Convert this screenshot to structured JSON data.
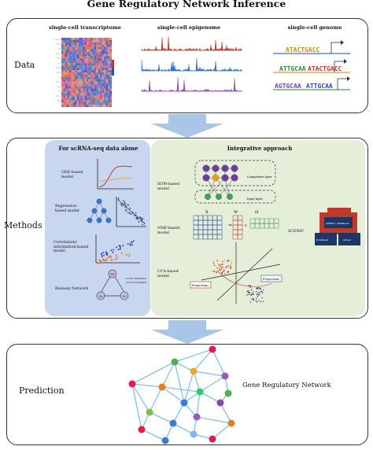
{
  "title": "Gene Regulatory Network Inference",
  "data_section": {
    "label": "Data",
    "items": [
      {
        "label": "single-cell transcriptome"
      },
      {
        "label": "single-cell epigenome"
      },
      {
        "label": "single-cell genome"
      }
    ],
    "genome_seq_1": "ATACTGACC",
    "genome_seq_2": "ATTGCAA",
    "genome_seq_3": "AGTGCAA"
  },
  "methods_section": {
    "label": "Methods",
    "left_title": "For scRNA-seq data alone",
    "right_title": "Integrative approach",
    "left_methods": [
      {
        "label": "ODE-based model"
      },
      {
        "label": "Regression-based model"
      },
      {
        "label": "Correlation/ information-based model"
      },
      {
        "label": "Boolean Network"
      }
    ],
    "boolean_legend": [
      "Inhibition",
      "Activation"
    ],
    "boolean_nodes": [
      "X1",
      "X2",
      "X3"
    ],
    "right_methods": [
      {
        "label": "SOM-based model"
      },
      {
        "label": "NMF-based model"
      },
      {
        "label": "CCA-based model"
      },
      {
        "label": "SCENIC"
      }
    ],
    "som_layers": [
      "Competitive layer",
      "Input layer"
    ],
    "nmf_letters": [
      "X",
      "W",
      "H"
    ],
    "cca_labels": [
      "Projection",
      "Projection"
    ],
    "scenic_labels": [
      "GENIE3 / GRNBoost",
      "RcisTarget",
      "AUCell"
    ]
  },
  "prediction_section": {
    "label": "Prediction",
    "network_label": "Gene Regulatory Network"
  },
  "colors": {
    "arrow": "#a9c6e8",
    "left_box": "#c9d6ef",
    "right_box": "#e4eed9",
    "heat_red": "#c0392b",
    "heat_blue": "#2c4f9e",
    "scenic_red": "#c0392b",
    "scenic_navy": "#1f3566"
  }
}
